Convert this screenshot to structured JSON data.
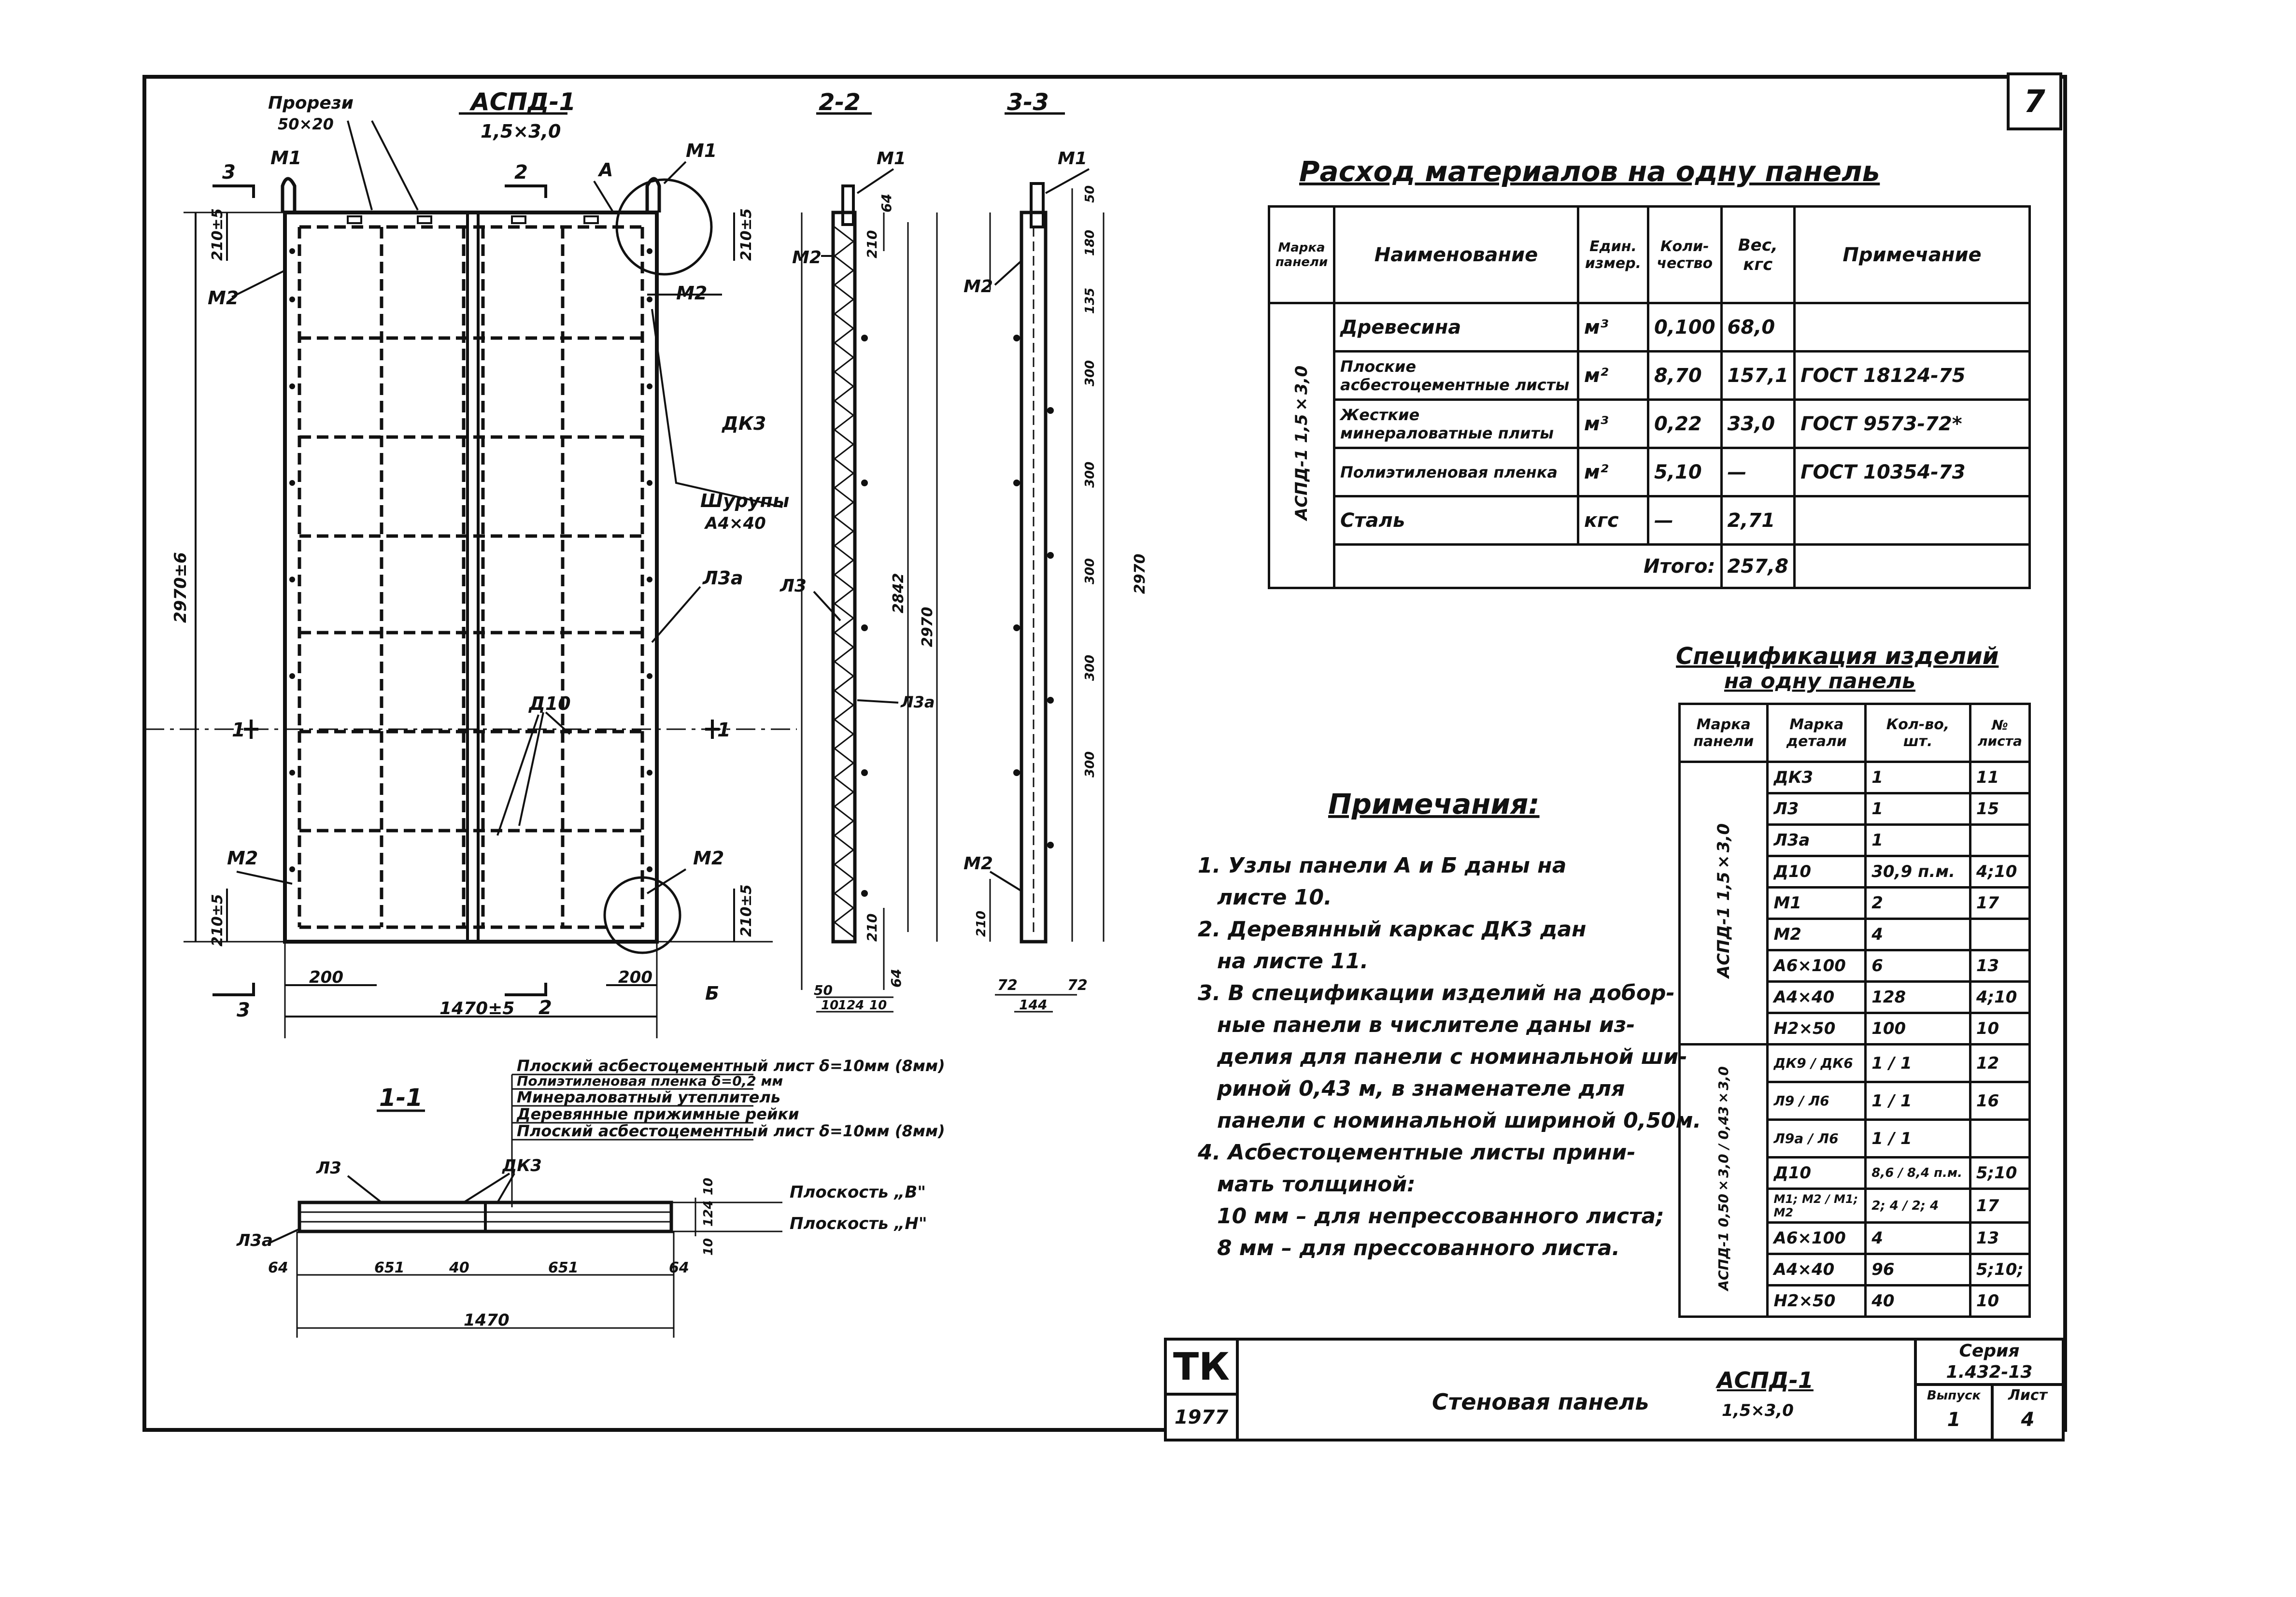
{
  "sheet": {
    "sheet_number": "7",
    "stamp_org": "ТК",
    "stamp_year": "1977",
    "title": "Стеновая панель",
    "panel_mark": "АСПД-1",
    "panel_size": "1,5×3,0",
    "series_label": "Серия",
    "series_value": "1.432-13",
    "issue_label": "Выпуск",
    "issue_value": "1",
    "list_label": "Лист",
    "list_value": "4"
  },
  "front_view": {
    "title": "АСПД-1",
    "subtitle": "1,5×3,0",
    "slots_label": "Прорези",
    "slots_size": "50×20",
    "labels": {
      "m1_left": "М1",
      "m1_right": "М1",
      "m2_tl": "М2",
      "m2_tr": "М2",
      "m2_bl": "М2",
      "m2_br": "М2",
      "dk3": "ДК3",
      "screws": "Шурупы",
      "screws_size": "А4×40",
      "l3a": "Л3а",
      "d10": "Д10",
      "node_a": "А",
      "node_b": "Б"
    },
    "dims": {
      "height": "2970±6",
      "top": "210±5",
      "bottom": "210±5",
      "right_top": "210±5",
      "right_bottom": "210±5",
      "width": "1470±5",
      "left200": "200",
      "right200": "200"
    },
    "cuts": {
      "c3_top": "3",
      "c2_top": "2",
      "c1_left": "1",
      "c1_right": "1",
      "c3_bot": "3",
      "c2_bot": "2"
    }
  },
  "section_22": {
    "title": "2-2",
    "labels": {
      "m1": "М1",
      "m2": "М2",
      "l3": "Л3",
      "l3a": "Л3а"
    },
    "dims": {
      "top64": "64",
      "d210": "210",
      "d2842": "2842",
      "d2970": "2970",
      "bot210": "210",
      "b64": "64",
      "b50": "50",
      "b10a": "10",
      "b124": "124",
      "b10b": "10"
    }
  },
  "section_33": {
    "title": "3-3",
    "labels": {
      "m1": "М1",
      "m2": "М2"
    },
    "dims": {
      "d50": "50",
      "d180": "180",
      "d135": "135",
      "d300": "300",
      "d2970": "2970",
      "d210": "210",
      "d72a": "72",
      "d144": "144",
      "d72b": "72"
    }
  },
  "section_11": {
    "title": "1-1",
    "layers": [
      "Плоский асбестоцементный лист δ=10мм (8мм)",
      "Полиэтиленовая пленка δ=0,2 мм",
      "Минераловатный утеплитель",
      "Деревянные прижимные рейки",
      "Плоский асбестоцементный лист δ=10мм (8мм)"
    ],
    "plane_v": "Плоскость „В\"",
    "plane_n": "Плоскость „Н\"",
    "labels": {
      "l3": "Л3",
      "dk3": "ДК3",
      "l3a": "Л3а"
    },
    "dims": {
      "d64a": "64",
      "d651a": "651",
      "d40": "40",
      "d651b": "651",
      "d64b": "64",
      "total": "1470",
      "v10a": "10",
      "v124": "124",
      "v10b": "10"
    }
  },
  "materials": {
    "title": "Расход материалов на одну панель",
    "headers": [
      "Марка панели",
      "Наименование",
      "Един. измер.",
      "Коли-чество",
      "Вес, кгс",
      "Примечание"
    ],
    "panel_mark": "АСПД-1 1,5×3,0",
    "rows": [
      {
        "name": "Древесина",
        "unit": "м³",
        "qty": "0,100",
        "weight": "68,0",
        "note": ""
      },
      {
        "name": "Плоские асбестоцементные листы",
        "unit": "м²",
        "qty": "8,70",
        "weight": "157,1",
        "note": "ГОСТ 18124-75"
      },
      {
        "name": "Жесткие минераловатные плиты",
        "unit": "м³",
        "qty": "0,22",
        "weight": "33,0",
        "note": "ГОСТ 9573-72*"
      },
      {
        "name": "Полиэтиленовая пленка",
        "unit": "м²",
        "qty": "5,10",
        "weight": "—",
        "note": "ГОСТ 10354-73"
      },
      {
        "name": "Сталь",
        "unit": "кгс",
        "qty": "—",
        "weight": "2,71",
        "note": ""
      }
    ],
    "total_label": "Итого:",
    "total_value": "257,8"
  },
  "spec": {
    "title": "Спецификация изделий",
    "subtitle": "на одну панель",
    "headers": [
      "Марка панели",
      "Марка детали",
      "Кол-во, шт.",
      "№ листа"
    ],
    "groups": [
      {
        "panel": "АСПД-1 1,5×3,0",
        "rows": [
          {
            "part": "ДК3",
            "qty": "1",
            "sheet": "11"
          },
          {
            "part": "Л3",
            "qty": "1",
            "sheet": "15"
          },
          {
            "part": "Л3а",
            "qty": "1",
            "sheet": ""
          },
          {
            "part": "Д10",
            "qty": "30,9 п.м.",
            "sheet": "4;10"
          },
          {
            "part": "М1",
            "qty": "2",
            "sheet": "17"
          },
          {
            "part": "М2",
            "qty": "4",
            "sheet": ""
          },
          {
            "part": "А6×100",
            "qty": "6",
            "sheet": "13"
          },
          {
            "part": "А4×40",
            "qty": "128",
            "sheet": "4;10"
          },
          {
            "part": "Н2×50",
            "qty": "100",
            "sheet": "10"
          }
        ]
      },
      {
        "panel": "АСПД-1 0,50×3,0 / 0,43×3,0",
        "rows": [
          {
            "part": "ДК9 / ДК6",
            "qty": "1 / 1",
            "sheet": "12"
          },
          {
            "part": "Л9 / Л6",
            "qty": "1 / 1",
            "sheet": "16"
          },
          {
            "part": "Л9а / Л6",
            "qty": "1 / 1",
            "sheet": ""
          },
          {
            "part": "Д10",
            "qty": "8,6 / 8,4 п.м.",
            "sheet": "5;10"
          },
          {
            "part": "М1; М2 / М1; М2",
            "qty": "2; 4 / 2; 4",
            "sheet": "17"
          },
          {
            "part": "А6×100",
            "qty": "4",
            "sheet": "13"
          },
          {
            "part": "А4×40",
            "qty": "96",
            "sheet": "5;10;"
          },
          {
            "part": "Н2×50",
            "qty": "40",
            "sheet": "10"
          }
        ]
      }
    ]
  },
  "notes": {
    "title": "Примечания:",
    "lines": [
      "1. Узлы панели А и Б даны на",
      "листе 10.",
      "2. Деревянный каркас ДК3 дан",
      "на листе 11.",
      "3. В спецификации изделий на добор-",
      "ные панели в числителе даны из-",
      "делия для панели с номинальной ши-",
      "риной 0,43 м, в знаменателе для",
      "панели с номинальной шириной 0,50м.",
      "4. Асбестоцементные листы прини-",
      "мать толщиной:",
      "10 мм – для непрессованного листа;",
      "8 мм – для прессованного листа."
    ]
  }
}
